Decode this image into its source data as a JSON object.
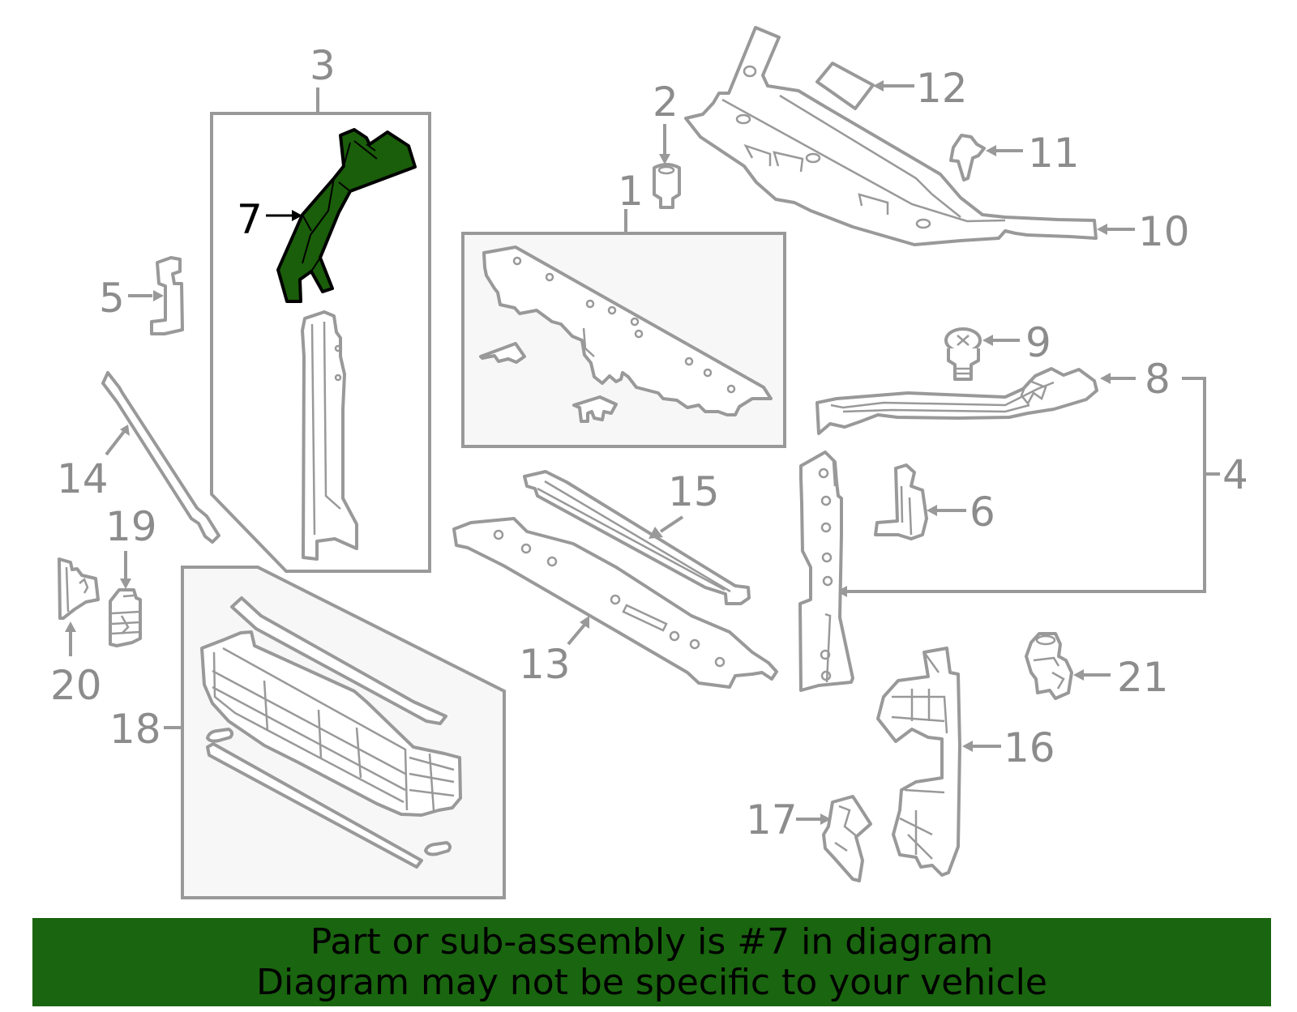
{
  "banner": {
    "line1": "Part or sub-assembly is #7 in diagram",
    "line2": "Diagram may not be specific to your vehicle",
    "color": "#1a650f"
  },
  "highlight": {
    "part_number": "7",
    "color": "#1a5d0a"
  },
  "callouts": {
    "c1": "1",
    "c2": "2",
    "c3": "3",
    "c4": "4",
    "c5": "5",
    "c6": "6",
    "c7": "7",
    "c8": "8",
    "c9": "9",
    "c10": "10",
    "c11": "11",
    "c12": "12",
    "c13": "13",
    "c14": "14",
    "c15": "15",
    "c16": "16",
    "c17": "17",
    "c18": "18",
    "c19": "19",
    "c20": "20",
    "c21": "21"
  }
}
